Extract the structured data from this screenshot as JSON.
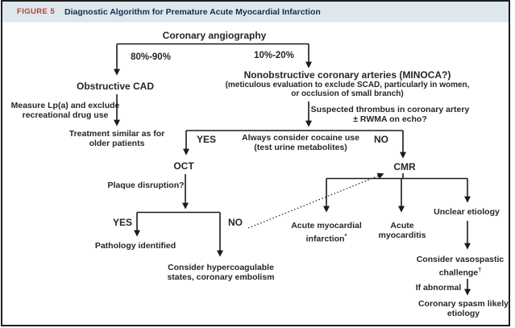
{
  "header": {
    "figure_label": "FIGURE 5",
    "title": "Diagnostic Algorithm for Premature Acute Myocardial Infarction"
  },
  "colors": {
    "header_bg": "#dde8ee",
    "figure_label_red": "#c23b33",
    "title_navy": "#1c2b4a",
    "line_color": "#1a1a1a",
    "text_color": "#262626"
  },
  "chart": {
    "coronary_angiography": "Coronary angiography",
    "pct_left": "80%-90%",
    "pct_right": "10%-20%",
    "obstructive_cad": "Obstructive CAD",
    "measure_lpa_line1": "Measure Lp(a) and exclude",
    "measure_lpa_line2": "recreational drug use",
    "treatment_line1": "Treatment similar as for",
    "treatment_line2": "older patients",
    "nonobstructive_title": "Nonobstructive coronary arteries (MINOCA?)",
    "nonobstructive_sub1": "(meticulous evaluation to exclude SCAD, particularly in women,",
    "nonobstructive_sub2": "or occlusion of small branch)",
    "suspected_line1": "Suspected thrombus in coronary artery",
    "suspected_line2": "± RWMA on echo?",
    "yes_cocaine": "YES",
    "no_cocaine": "NO",
    "cocaine_line1": "Always consider cocaine use",
    "cocaine_line2": "(test urine metabolites)",
    "oct": "OCT",
    "cmr": "CMR",
    "plaque_disruption": "Plaque disruption?",
    "yes_plaque": "YES",
    "no_plaque": "NO",
    "pathology": "Pathology identified",
    "hypercoag_line1": "Consider hypercoagulable",
    "hypercoag_line2": "states, coronary embolism",
    "ami_line1": "Acute myocardial",
    "ami_line2": "infarction",
    "ami_sup": "*",
    "myocarditis_line1": "Acute",
    "myocarditis_line2": "myocarditis",
    "unclear_etiology": "Unclear etiology",
    "vasospastic_line1": "Consider vasospastic",
    "vasospastic_line2": "challenge",
    "vasospastic_sup": "†",
    "if_abnormal": "If abnormal",
    "spasm_line1": "Coronary spasm likely",
    "spasm_line2": "etiology"
  }
}
